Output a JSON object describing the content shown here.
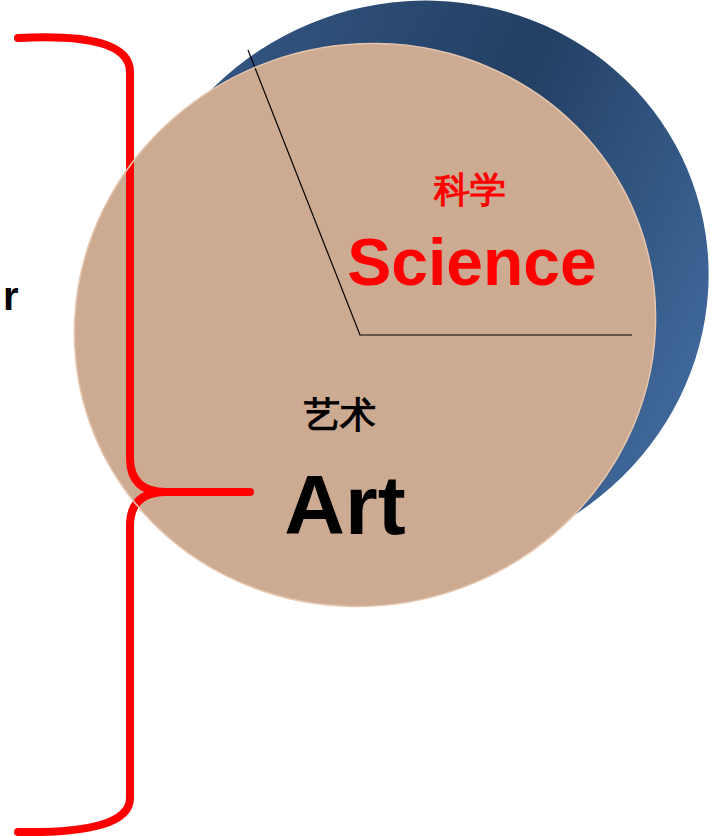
{
  "diagram": {
    "nodes": [
      {
        "text": [
          "艺术",
          "Art"
        ]
      },
      {
        "text": [
          "科学",
          "Science"
        ],
        "in": 0
      }
    ],
    "labels": [
      "r"
    ]
  }
}
